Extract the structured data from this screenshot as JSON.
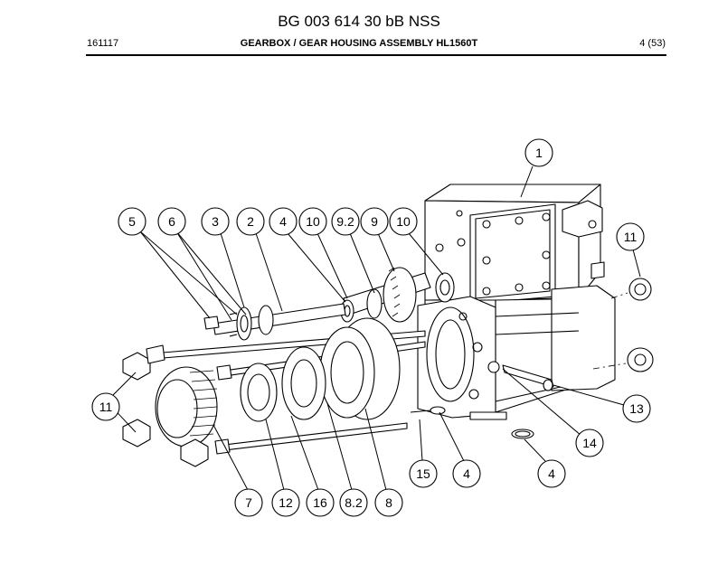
{
  "header": {
    "title": "BG 003 614 30 bB NSS",
    "doc_code": "161117",
    "subtitle": "GEARBOX / GEAR HOUSING ASSEMBLY HL1560T",
    "page": "4 (53)"
  },
  "callouts": [
    {
      "label": "1"
    },
    {
      "label": "5"
    },
    {
      "label": "6"
    },
    {
      "label": "3"
    },
    {
      "label": "2"
    },
    {
      "label": "4"
    },
    {
      "label": "10"
    },
    {
      "label": "9.2"
    },
    {
      "label": "9"
    },
    {
      "label": "10"
    },
    {
      "label": "11"
    },
    {
      "label": "11"
    },
    {
      "label": "13"
    },
    {
      "label": "14"
    },
    {
      "label": "15"
    },
    {
      "label": "4"
    },
    {
      "label": "4"
    },
    {
      "label": "7"
    },
    {
      "label": "12"
    },
    {
      "label": "16"
    },
    {
      "label": "8.2"
    },
    {
      "label": "8"
    }
  ]
}
